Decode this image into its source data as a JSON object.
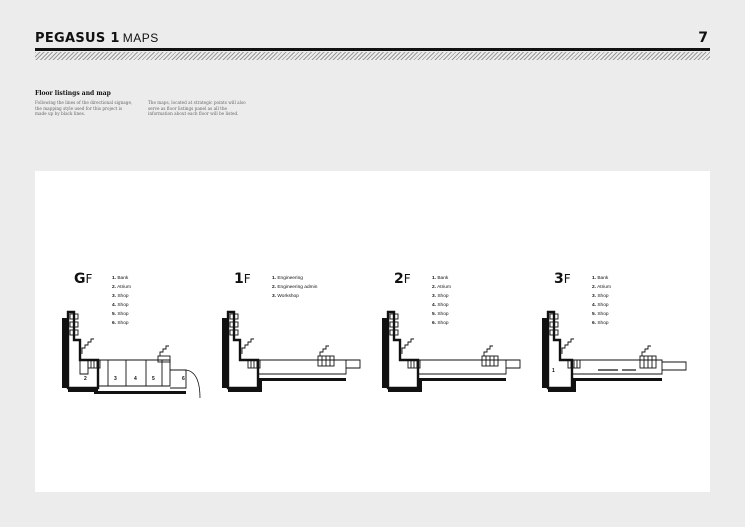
{
  "header": {
    "brand": "PEGASUS 1",
    "section": "MAPS",
    "page_number": "7"
  },
  "intro": {
    "title": "Floor listings and map",
    "col1": "Following the lines of the directional signage, the mapping style used for this project is made up by black lines.",
    "col2": "The maps, located at strategic points will also serve as floor listings panel as all the information about each floor will be listed."
  },
  "floors": [
    {
      "num": "G",
      "suffix": "F",
      "legend": [
        {
          "n": "1.",
          "label": "Bank"
        },
        {
          "n": "2.",
          "label": "Atrium"
        },
        {
          "n": "3.",
          "label": "Shop"
        },
        {
          "n": "4.",
          "label": "Shop"
        },
        {
          "n": "5.",
          "label": "Shop"
        },
        {
          "n": "6.",
          "label": "Shop"
        }
      ],
      "room_numbers": [
        "2",
        "3",
        "4",
        "5",
        "6"
      ]
    },
    {
      "num": "1",
      "suffix": "F",
      "legend": [
        {
          "n": "1.",
          "label": "Engineering"
        },
        {
          "n": "2.",
          "label": "Engineering admin"
        },
        {
          "n": "3.",
          "label": "Workshop"
        }
      ],
      "room_numbers": []
    },
    {
      "num": "2",
      "suffix": "F",
      "legend": [
        {
          "n": "1.",
          "label": "Bank"
        },
        {
          "n": "2.",
          "label": "Atrium"
        },
        {
          "n": "3.",
          "label": "Shop"
        },
        {
          "n": "4.",
          "label": "Shop"
        },
        {
          "n": "5.",
          "label": "Shop"
        },
        {
          "n": "6.",
          "label": "Shop"
        }
      ],
      "room_numbers": []
    },
    {
      "num": "3",
      "suffix": "F",
      "legend": [
        {
          "n": "1.",
          "label": "Bank"
        },
        {
          "n": "2.",
          "label": "Atrium"
        },
        {
          "n": "3.",
          "label": "Shop"
        },
        {
          "n": "4.",
          "label": "Shop"
        },
        {
          "n": "5.",
          "label": "Shop"
        },
        {
          "n": "6.",
          "label": "Shop"
        }
      ],
      "room_numbers": [
        "1"
      ]
    }
  ]
}
